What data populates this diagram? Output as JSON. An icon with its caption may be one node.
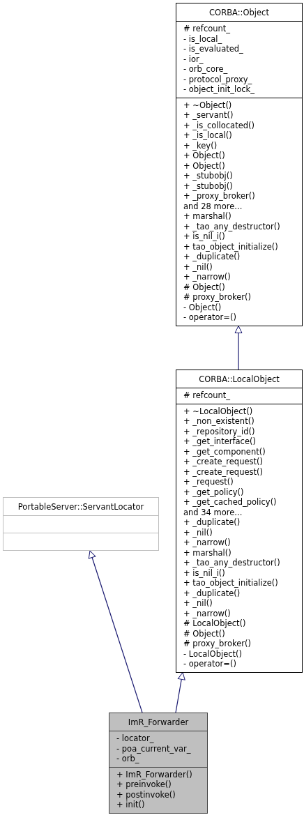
{
  "diagram": {
    "nodes": [
      {
        "text": [
          "CORBA::Object"
        ]
      },
      {
        "text": [
          "# refcount_",
          "- is_local_",
          "- is_evaluated_",
          "- ior_",
          "- orb_core_",
          "- protocol_proxy_",
          "- object_init_lock_"
        ],
        "in": 0
      },
      {
        "text": [
          "+ ~Object()",
          "+ _servant()",
          "+ _is_collocated()",
          "+ _is_local()",
          "+ _key()",
          "+ Object()",
          "+ Object()",
          "+ _stubobj()",
          "+ _stubobj()",
          "+ _proxy_broker()",
          "and 28 more...",
          "+ marshal()",
          "+ _tao_any_destructor()",
          "+ is_nil_i()",
          "+ tao_object_initialize()",
          "+ _duplicate()",
          "+ _nil()",
          "+ _narrow()",
          "# Object()",
          "# proxy_broker()",
          "- Object()",
          "- operator=()"
        ],
        "in": 0
      },
      {
        "text": [
          "CORBA::LocalObject"
        ]
      },
      {
        "text": [
          "# refcount_"
        ],
        "in": 3
      },
      {
        "text": [
          "+ ~LocalObject()",
          "+ _non_existent()",
          "+ _repository_id()",
          "+ _get_interface()",
          "+ _get_component()",
          "+ _create_request()",
          "+ _create_request()",
          "+ _request()",
          "+ _get_policy()",
          "+ _get_cached_policy()",
          "and 34 more...",
          "+ _duplicate()",
          "+ _nil()",
          "+ _narrow()",
          "+ marshal()",
          "+ _tao_any_destructor()",
          "+ is_nil_i()",
          "+ tao_object_initialize()",
          "+ _duplicate()",
          "+ _nil()",
          "+ _narrow()",
          "# LocalObject()",
          "# Object()",
          "# proxy_broker()",
          "- LocalObject()",
          "- operator=()"
        ],
        "in": 3
      },
      {
        "text": [
          "PortableServer::ServantLocator"
        ]
      },
      {
        "text": [],
        "shape": "box",
        "in": 6
      },
      {
        "text": [],
        "shape": "box",
        "in": 6
      },
      {
        "text": [
          "ImR_Forwarder"
        ]
      },
      {
        "text": [
          "- locator_",
          "- poa_current_var_",
          "- orb_"
        ],
        "in": 9
      },
      {
        "text": [
          "+ ImR_Forwarder()",
          "+ preinvoke()",
          "+ postinvoke()",
          "+ init()"
        ],
        "in": 9
      }
    ],
    "edges": [
      {
        "from": 3,
        "to": 0,
        "arrow": "to"
      },
      {
        "from": 9,
        "to": 6,
        "arrow": "to"
      },
      {
        "from": 9,
        "to": 3,
        "arrow": "to"
      }
    ]
  }
}
